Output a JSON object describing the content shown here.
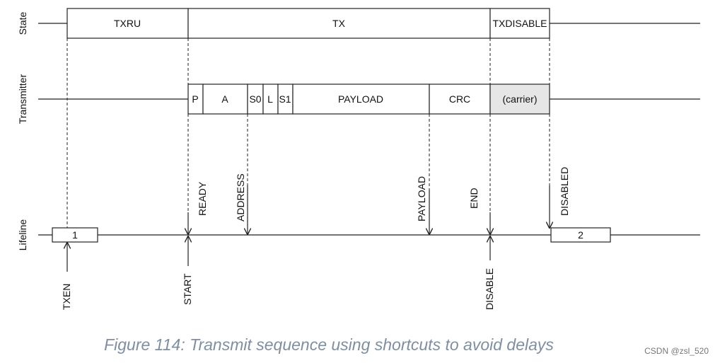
{
  "rows": {
    "state": "State",
    "transmitter": "Transmitter",
    "lifeline": "Lifeline"
  },
  "state_boxes": [
    "TXRU",
    "TX",
    "TXDISABLE"
  ],
  "transmitter_fields": [
    "P",
    "A",
    "S0",
    "L",
    "S1",
    "PAYLOAD",
    "CRC",
    "(carrier)"
  ],
  "lifeline_boxes": [
    "1",
    "2"
  ],
  "events": [
    "READY",
    "ADDRESS",
    "PAYLOAD",
    "END",
    "DISABLED"
  ],
  "tasks": [
    "TXEN",
    "START",
    "DISABLE"
  ],
  "caption": "Figure 114: Transmit sequence using shortcuts to avoid delays",
  "watermark": "CSDN @zsl_520"
}
